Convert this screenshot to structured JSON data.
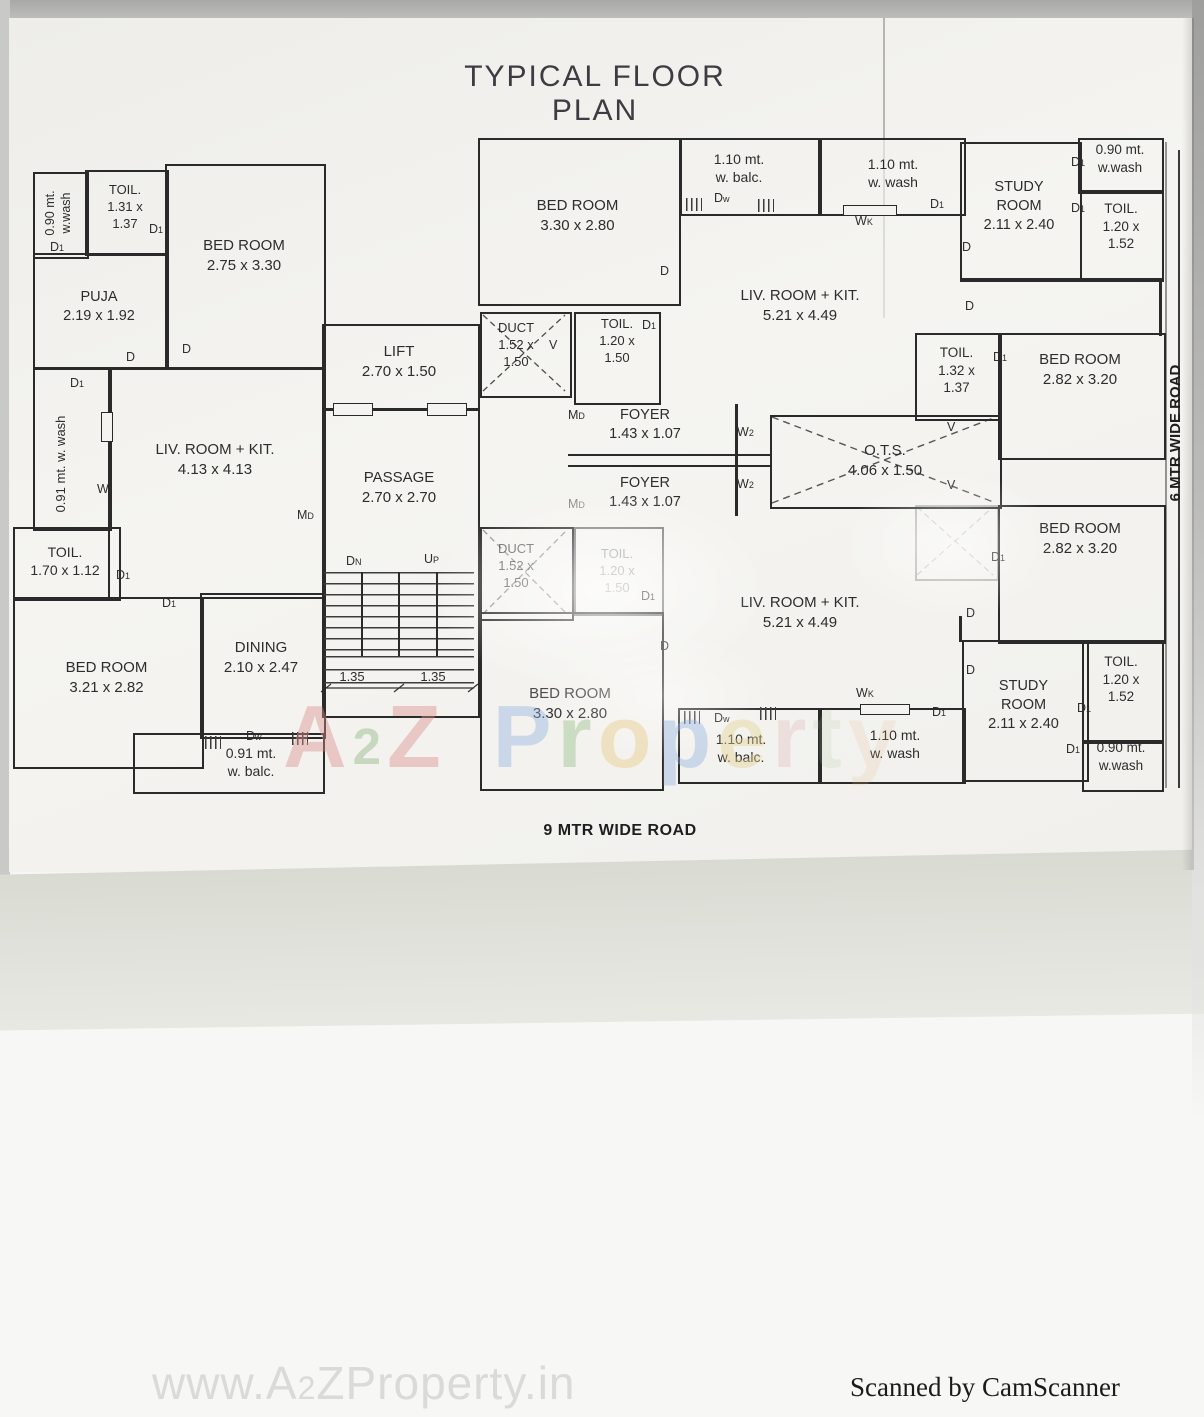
{
  "title": "TYPICAL FLOOR PLAN",
  "roads": {
    "bottom": "9 MTR WIDE ROAD",
    "right": "6 MTR WIDE ROAD"
  },
  "rooms": {
    "toil_nw": {
      "name": "TOIL.",
      "dim1": "1.31 x",
      "dim2": "1.37"
    },
    "bed_nw": {
      "name": "BED ROOM",
      "dim": "2.75 x 3.30"
    },
    "puja": {
      "name": "PUJA",
      "dim": "2.19 x 1.92"
    },
    "liv_left": {
      "name": "LIV. ROOM + KIT.",
      "dim": "4.13 x 4.13"
    },
    "toil_left": {
      "name": "TOIL.",
      "dim": "1.70 x 1.12"
    },
    "bed_sw": {
      "name": "BED ROOM",
      "dim": "3.21 x 2.82"
    },
    "dining": {
      "name": "DINING",
      "dim": "2.10 x 2.47"
    },
    "lift": {
      "name": "LIFT",
      "dim": "2.70 x 1.50"
    },
    "passage": {
      "name": "PASSAGE",
      "dim": "2.70 x 2.70"
    },
    "bed_center": {
      "name": "BED ROOM",
      "dim": "3.30 x 2.80"
    },
    "duct": {
      "name": "DUCT",
      "dim1": "1.52 x",
      "dim2": "1.50"
    },
    "toil_center": {
      "name": "TOIL.",
      "dim1": "1.20 x",
      "dim2": "1.50"
    },
    "foyer": {
      "name": "FOYER",
      "dim": "1.43 x 1.07"
    },
    "liv_right": {
      "name": "LIV. ROOM + KIT.",
      "dim": "5.21 x 4.49"
    },
    "study": {
      "name": "STUDY",
      "name2": "ROOM",
      "dim": "2.11 x 2.40"
    },
    "toil_right": {
      "name": "TOIL.",
      "dim1": "1.20 x",
      "dim2": "1.52"
    },
    "toil_mid": {
      "name": "TOIL.",
      "dim1": "1.32 x",
      "dim2": "1.37"
    },
    "bed_right": {
      "name": "BED ROOM",
      "dim": "2.82 x 3.20"
    },
    "ots": {
      "name": "O.T.S.",
      "dim": "4.06 x 1.50"
    }
  },
  "strips": {
    "wash_nw": {
      "l1": "0.90 mt.",
      "l2": "w.wash"
    },
    "wash_left": {
      "l1": "0.91 mt. w. wash"
    },
    "balc_sw": {
      "l1": "0.91 mt.",
      "l2": "w. balc."
    },
    "balc_110": {
      "l1": "1.10 mt.",
      "l2": "w. balc."
    },
    "wash_110": {
      "l1": "1.10 mt.",
      "l2": "w. wash"
    },
    "wash_090": {
      "l1": "0.90 mt.",
      "l2": "w.wash"
    }
  },
  "markers": {
    "d": {
      "m": "D",
      "s": ""
    },
    "d1": {
      "m": "D",
      "s": "1"
    },
    "dw": {
      "m": "D",
      "s": "w"
    },
    "dn": {
      "m": "D",
      "s": "N"
    },
    "up": {
      "m": "U",
      "s": "P"
    },
    "md": {
      "m": "M",
      "s": "D"
    },
    "wk": {
      "m": "W",
      "s": "K"
    },
    "w2": {
      "m": "W",
      "s": "2"
    },
    "w": {
      "m": "W",
      "s": ""
    },
    "v": {
      "m": "V",
      "s": ""
    }
  },
  "stairs": {
    "dim": "1.35"
  },
  "watermark": {
    "letters": [
      {
        "ch": "A",
        "color": "#db8d8d"
      },
      {
        "ch": "2",
        "color": "#8ab37c"
      },
      {
        "ch": "Z",
        "color": "#db8d8d"
      },
      {
        "ch": "P",
        "color": "#93b4e2"
      },
      {
        "ch": "r",
        "color": "#93c086"
      },
      {
        "ch": "o",
        "color": "#e5ca82"
      },
      {
        "ch": "p",
        "color": "#93b4e2"
      },
      {
        "ch": "e",
        "color": "#e5d492"
      },
      {
        "ch": "r",
        "color": "#dba1a1"
      },
      {
        "ch": "t",
        "color": "#a6c29e"
      },
      {
        "ch": "y",
        "color": "#e2ba84"
      }
    ],
    "site_pre": "www.A",
    "site_two": "2",
    "site_rest": "ZProperty.in"
  },
  "footer": {
    "scanner": "Scanned by CamScanner"
  }
}
